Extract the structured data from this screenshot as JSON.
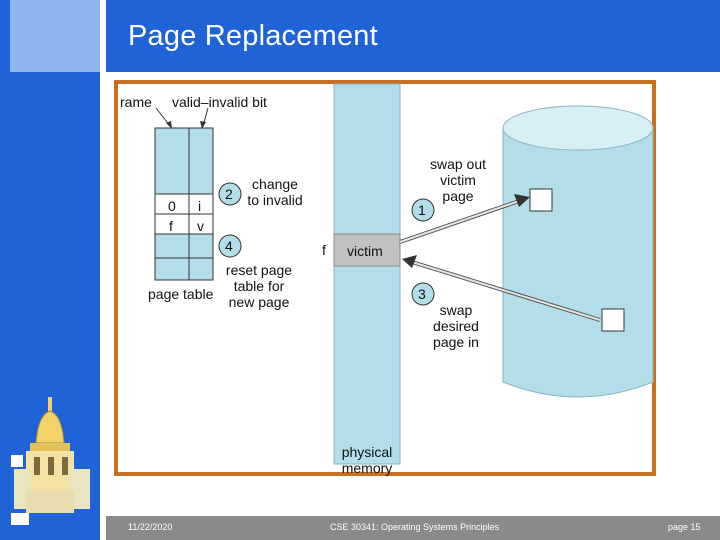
{
  "slide": {
    "title": "Page Replacement",
    "footer": {
      "date": "11/22/2020",
      "course": "CSE 30341: Operating Systems Principles",
      "page": "page 15"
    }
  },
  "figure": {
    "frame_label": "rame",
    "valid_invalid_label": "valid–invalid bit",
    "page_table_label": "page table",
    "rows": [
      {
        "frame": "",
        "bit": ""
      },
      {
        "frame": "",
        "bit": ""
      },
      {
        "frame": "0",
        "bit": "i"
      },
      {
        "frame": "f",
        "bit": "v"
      },
      {
        "frame": "",
        "bit": ""
      },
      {
        "frame": "",
        "bit": ""
      }
    ],
    "steps": [
      {
        "num": "1",
        "text": [
          "swap out",
          "victim",
          "page"
        ]
      },
      {
        "num": "2",
        "text": [
          "change",
          "to invalid"
        ]
      },
      {
        "num": "3",
        "text": [
          "swap",
          "desired",
          "page in"
        ]
      },
      {
        "num": "4",
        "text": [
          "reset page",
          "table for",
          "new page"
        ]
      }
    ],
    "f_label": "f",
    "victim_label": "victim",
    "physical_memory_label": [
      "physical",
      "memory"
    ],
    "colors": {
      "memory": "#b3dde9",
      "victim": "#c2c2c2",
      "disk": "#b3dde9",
      "frame": "#c8701e",
      "brand": "#1f63d6"
    }
  }
}
